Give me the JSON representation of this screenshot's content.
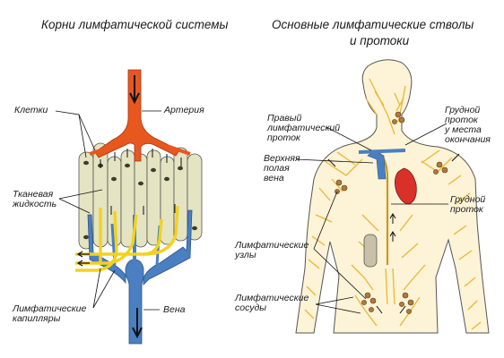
{
  "left_panel": {
    "title": "Корни лимфатической системы",
    "labels": {
      "cells": "Клетки",
      "artery": "Артерия",
      "tissue_fluid_1": "Тканевая",
      "tissue_fluid_2": "жидкость",
      "lymph_capillaries_1": "Лимфатические",
      "lymph_capillaries_2": "капилляры",
      "vein": "Вена"
    }
  },
  "right_panel": {
    "title_line1": "Основные лимфатические стволы",
    "title_line2": "и протоки",
    "labels": {
      "right_duct_1": "Правый",
      "right_duct_2": "лимфатический",
      "right_duct_3": "проток",
      "thoracic_end_1": "Грудной",
      "thoracic_end_2": "проток",
      "thoracic_end_3": "у места",
      "thoracic_end_4": "окончания",
      "svc_1": "Верхняя",
      "svc_2": "полая",
      "svc_3": "вена",
      "thoracic_duct_1": "Грудной",
      "thoracic_duct_2": "проток",
      "nodes_1": "Лимфатические",
      "nodes_2": "узлы",
      "vessels_1": "Лимфатические",
      "vessels_2": "сосуды"
    }
  },
  "colors": {
    "artery": "#e8571e",
    "vein": "#4a7fc1",
    "lymph": "#f2d21c",
    "cell_fill": "#e4e4c2",
    "body_fill": "#fdf3d6",
    "body_lymph": "#e9b834",
    "heart": "#d9302a",
    "node": "#b07a3a"
  }
}
